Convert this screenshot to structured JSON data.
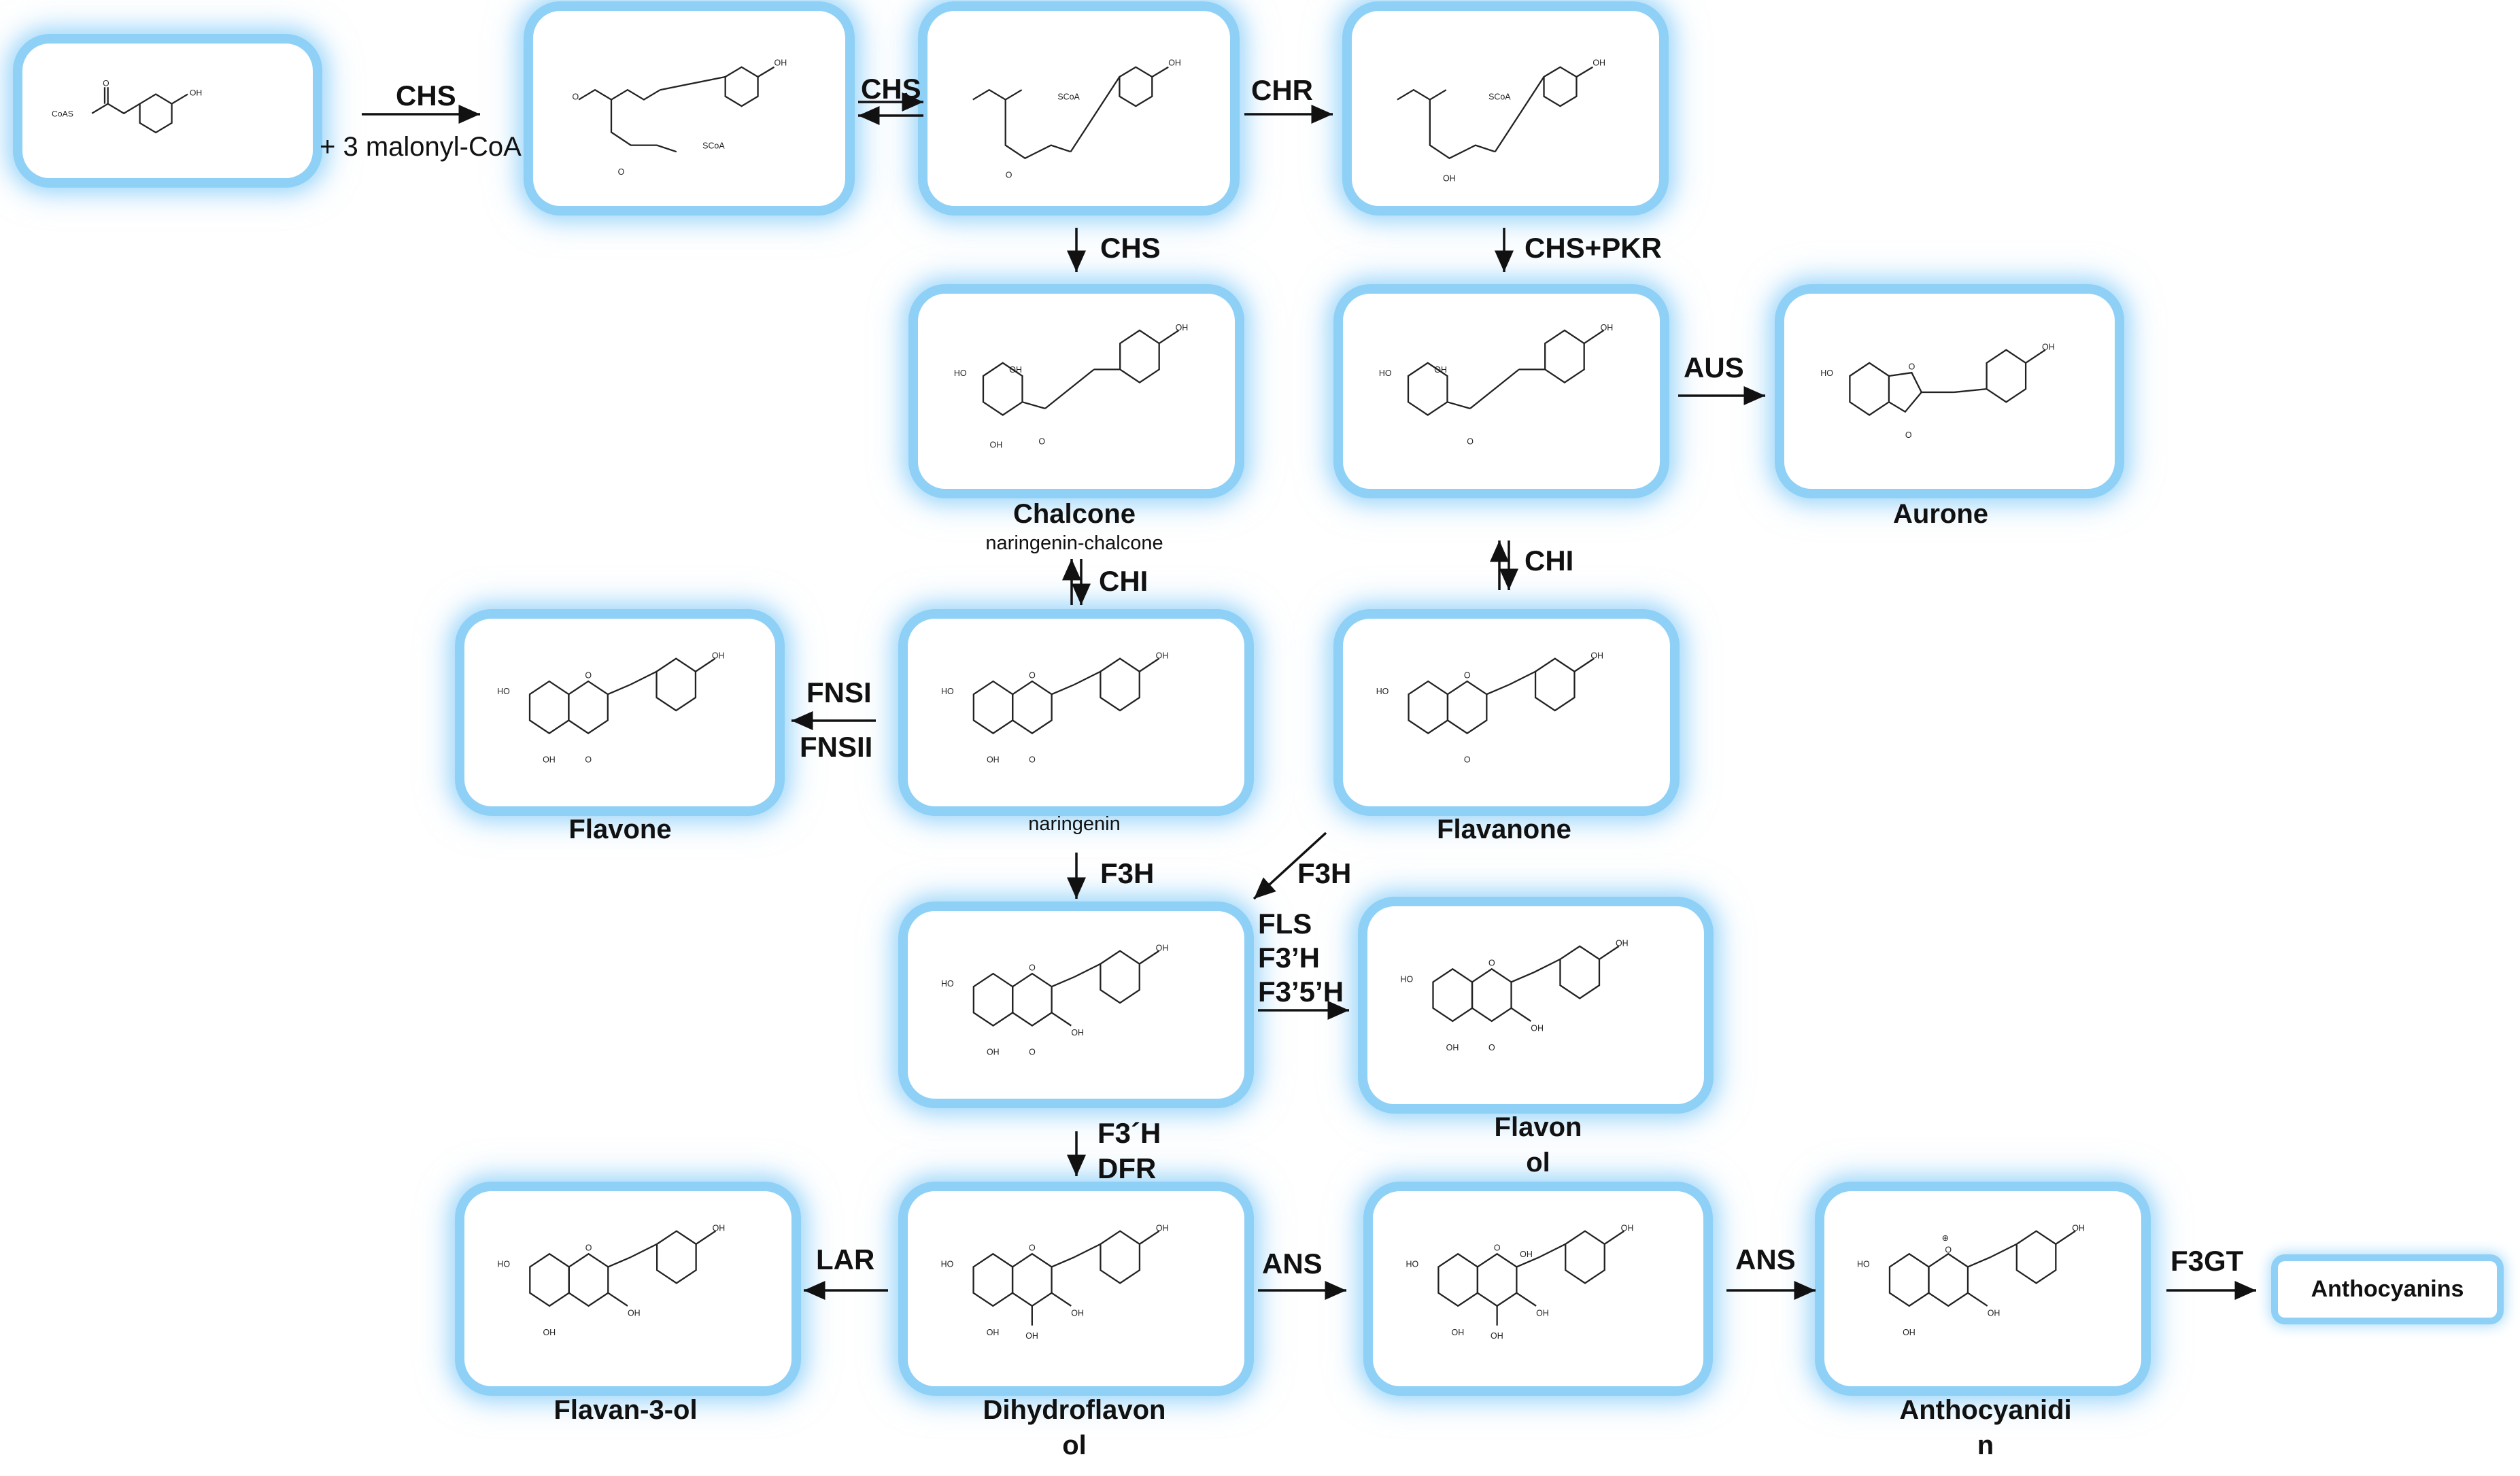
{
  "compounds": {
    "chalcone": {
      "name": "Chalcone",
      "sub": "naringenin-chalcone"
    },
    "naringenin": {
      "sub": "naringenin"
    },
    "aurone": {
      "name": "Aurone"
    },
    "flavone": {
      "name": "Flavone"
    },
    "flavanone": {
      "name": "Flavanone"
    },
    "flavonol": {
      "name_l1": "Flavon",
      "name_l2": "ol"
    },
    "flavan3ol": {
      "name": "Flavan-3-ol"
    },
    "dihydroflavonol": {
      "name_l1": "Dihydroflavon",
      "name_l2": "ol"
    },
    "anthocyanidin": {
      "name_l1": "Anthocyanidi",
      "name_l2": "n"
    },
    "anthocyanins": {
      "name": "Anthocyanins"
    }
  },
  "cosubstrate": "+ 3 malonyl-CoA",
  "enzymes": {
    "chs1": "CHS",
    "chs2": "CHS",
    "chr": "CHR",
    "chs3": "CHS",
    "chs_pkr": "CHS+PKR",
    "aus": "AUS",
    "chi1": "CHI",
    "chi2": "CHI",
    "fnsi": "FNSI",
    "fnsii": "FNSII",
    "f3h1": "F3H",
    "f3h2": "F3H",
    "fls": "FLS",
    "f3h_prime": "F3’H",
    "f35h": "F3’5’H",
    "f3h_prime2": "F3´H",
    "dfr": "DFR",
    "lar": "LAR",
    "ans1": "ANS",
    "ans2": "ANS",
    "f3gt": "F3GT"
  },
  "atoms": {
    "oh": "OH",
    "ho": "HO",
    "coas": "CoAS",
    "scoa": "SCoA",
    "o": "O",
    "plus": "⊕"
  },
  "colors": {
    "box_glow": "#8fd0f6"
  }
}
